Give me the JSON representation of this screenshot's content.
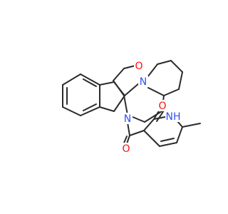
{
  "molecule": {
    "colors": {
      "bond": "#2b2b2b",
      "nitrogen": "#3050f8",
      "oxygen": "#ff0d0d",
      "background": "#ffffff"
    },
    "labels": {
      "n_piperidine": "N",
      "n_amide": "N",
      "o_methoxy": "O",
      "o_amide": "O",
      "o_pyridone": "O",
      "nh_pyridone": "NH"
    }
  }
}
